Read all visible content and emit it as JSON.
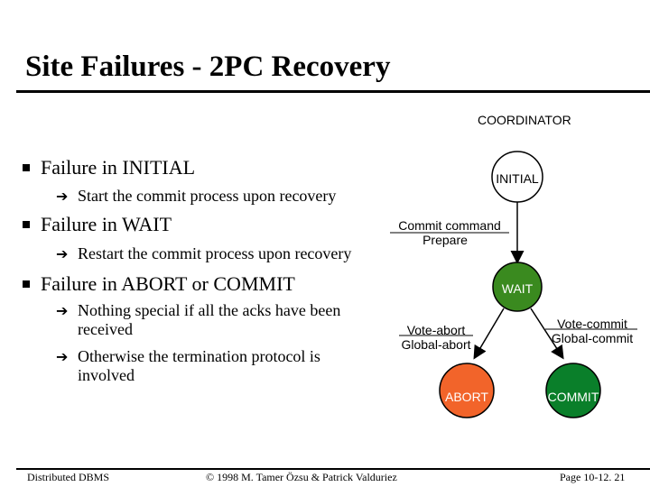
{
  "slide": {
    "title": "Site Failures - 2PC Recovery",
    "colors": {
      "initial": "#ffffff",
      "wait": "#3a8a1f",
      "abort": "#f2642a",
      "commit": "#0a7f2a"
    }
  },
  "bullets": [
    {
      "text": "Failure in INITIAL",
      "subs": [
        "Start the commit process upon recovery"
      ]
    },
    {
      "text": "Failure in WAIT",
      "subs": [
        "Restart the commit process upon recovery"
      ]
    },
    {
      "text": "Failure in ABORT or COMMIT",
      "subs": [
        "Nothing special if all the acks have been received",
        "Otherwise the termination protocol is involved"
      ]
    }
  ],
  "diagram": {
    "coordinator_label": "COORDINATOR",
    "states": {
      "initial": "INITIAL",
      "wait": "WAIT",
      "abort": "ABORT",
      "commit": "COMMIT"
    },
    "transitions": {
      "initial_wait": {
        "top": "Commit command",
        "bottom": "Prepare"
      },
      "wait_abort": {
        "top": "Vote-abort",
        "bottom": "Global-abort"
      },
      "wait_commit": {
        "top": "Vote-commit",
        "bottom": "Global-commit"
      }
    }
  },
  "footer": {
    "left": "Distributed DBMS",
    "center": "© 1998 M. Tamer Özsu & Patrick Valduriez",
    "right": "Page 10-12. 21"
  }
}
